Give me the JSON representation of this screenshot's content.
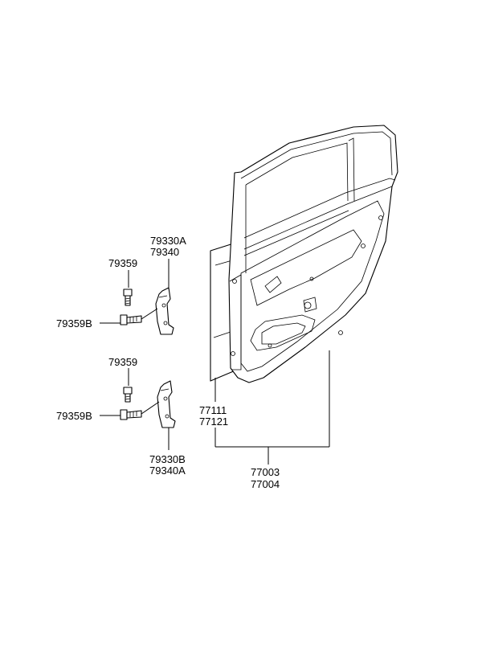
{
  "labels": {
    "hinge_upper_a": "79330A",
    "hinge_upper_b": "79340",
    "bolt_upper": "79359",
    "bolt_upper_b": "79359B",
    "bolt_lower": "79359",
    "bolt_lower_b": "79359B",
    "hinge_lower_a": "79330B",
    "hinge_lower_b": "79340A",
    "panel_a": "77111",
    "panel_b": "77121",
    "door_a": "77003",
    "door_b": "77004"
  }
}
